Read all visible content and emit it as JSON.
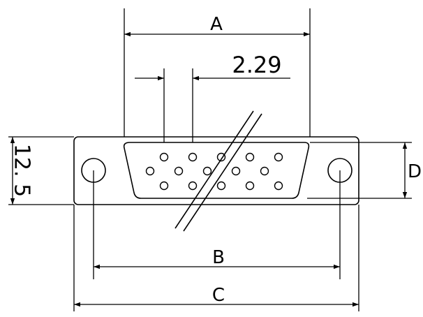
{
  "drawing": {
    "dimensions": {
      "a": "A",
      "b": "B",
      "c": "C",
      "d": "D",
      "pin_pitch": "2.29",
      "height": "12. 5"
    },
    "colors": {
      "line": "#000000",
      "background": "#ffffff"
    },
    "pin_rows": [
      5,
      5,
      5
    ]
  }
}
